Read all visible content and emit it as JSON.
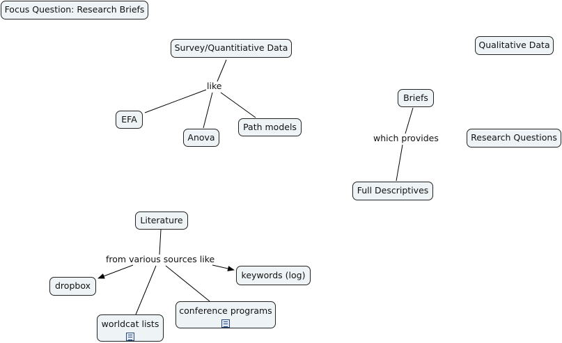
{
  "title": "Focus Question: Research Briefs",
  "nodes": {
    "survey": "Survey/Quantitiative Data",
    "qualitative": "Qualitative Data",
    "efa": "EFA",
    "anova": "Anova",
    "path_models": "Path models",
    "briefs": "Briefs",
    "research_questions": "Research Questions",
    "full_descriptives": "Full Descriptives",
    "literature": "Literature",
    "dropbox": "dropbox",
    "keywords": "keywords (log)",
    "worldcat": "worldcat lists",
    "conference": "conference programs"
  },
  "link_labels": {
    "like": "like",
    "which_provides": "which provides",
    "from_sources": "from various sources like"
  },
  "icons": {
    "worldcat_attachment": "document-icon",
    "conference_attachment": "document-icon"
  }
}
